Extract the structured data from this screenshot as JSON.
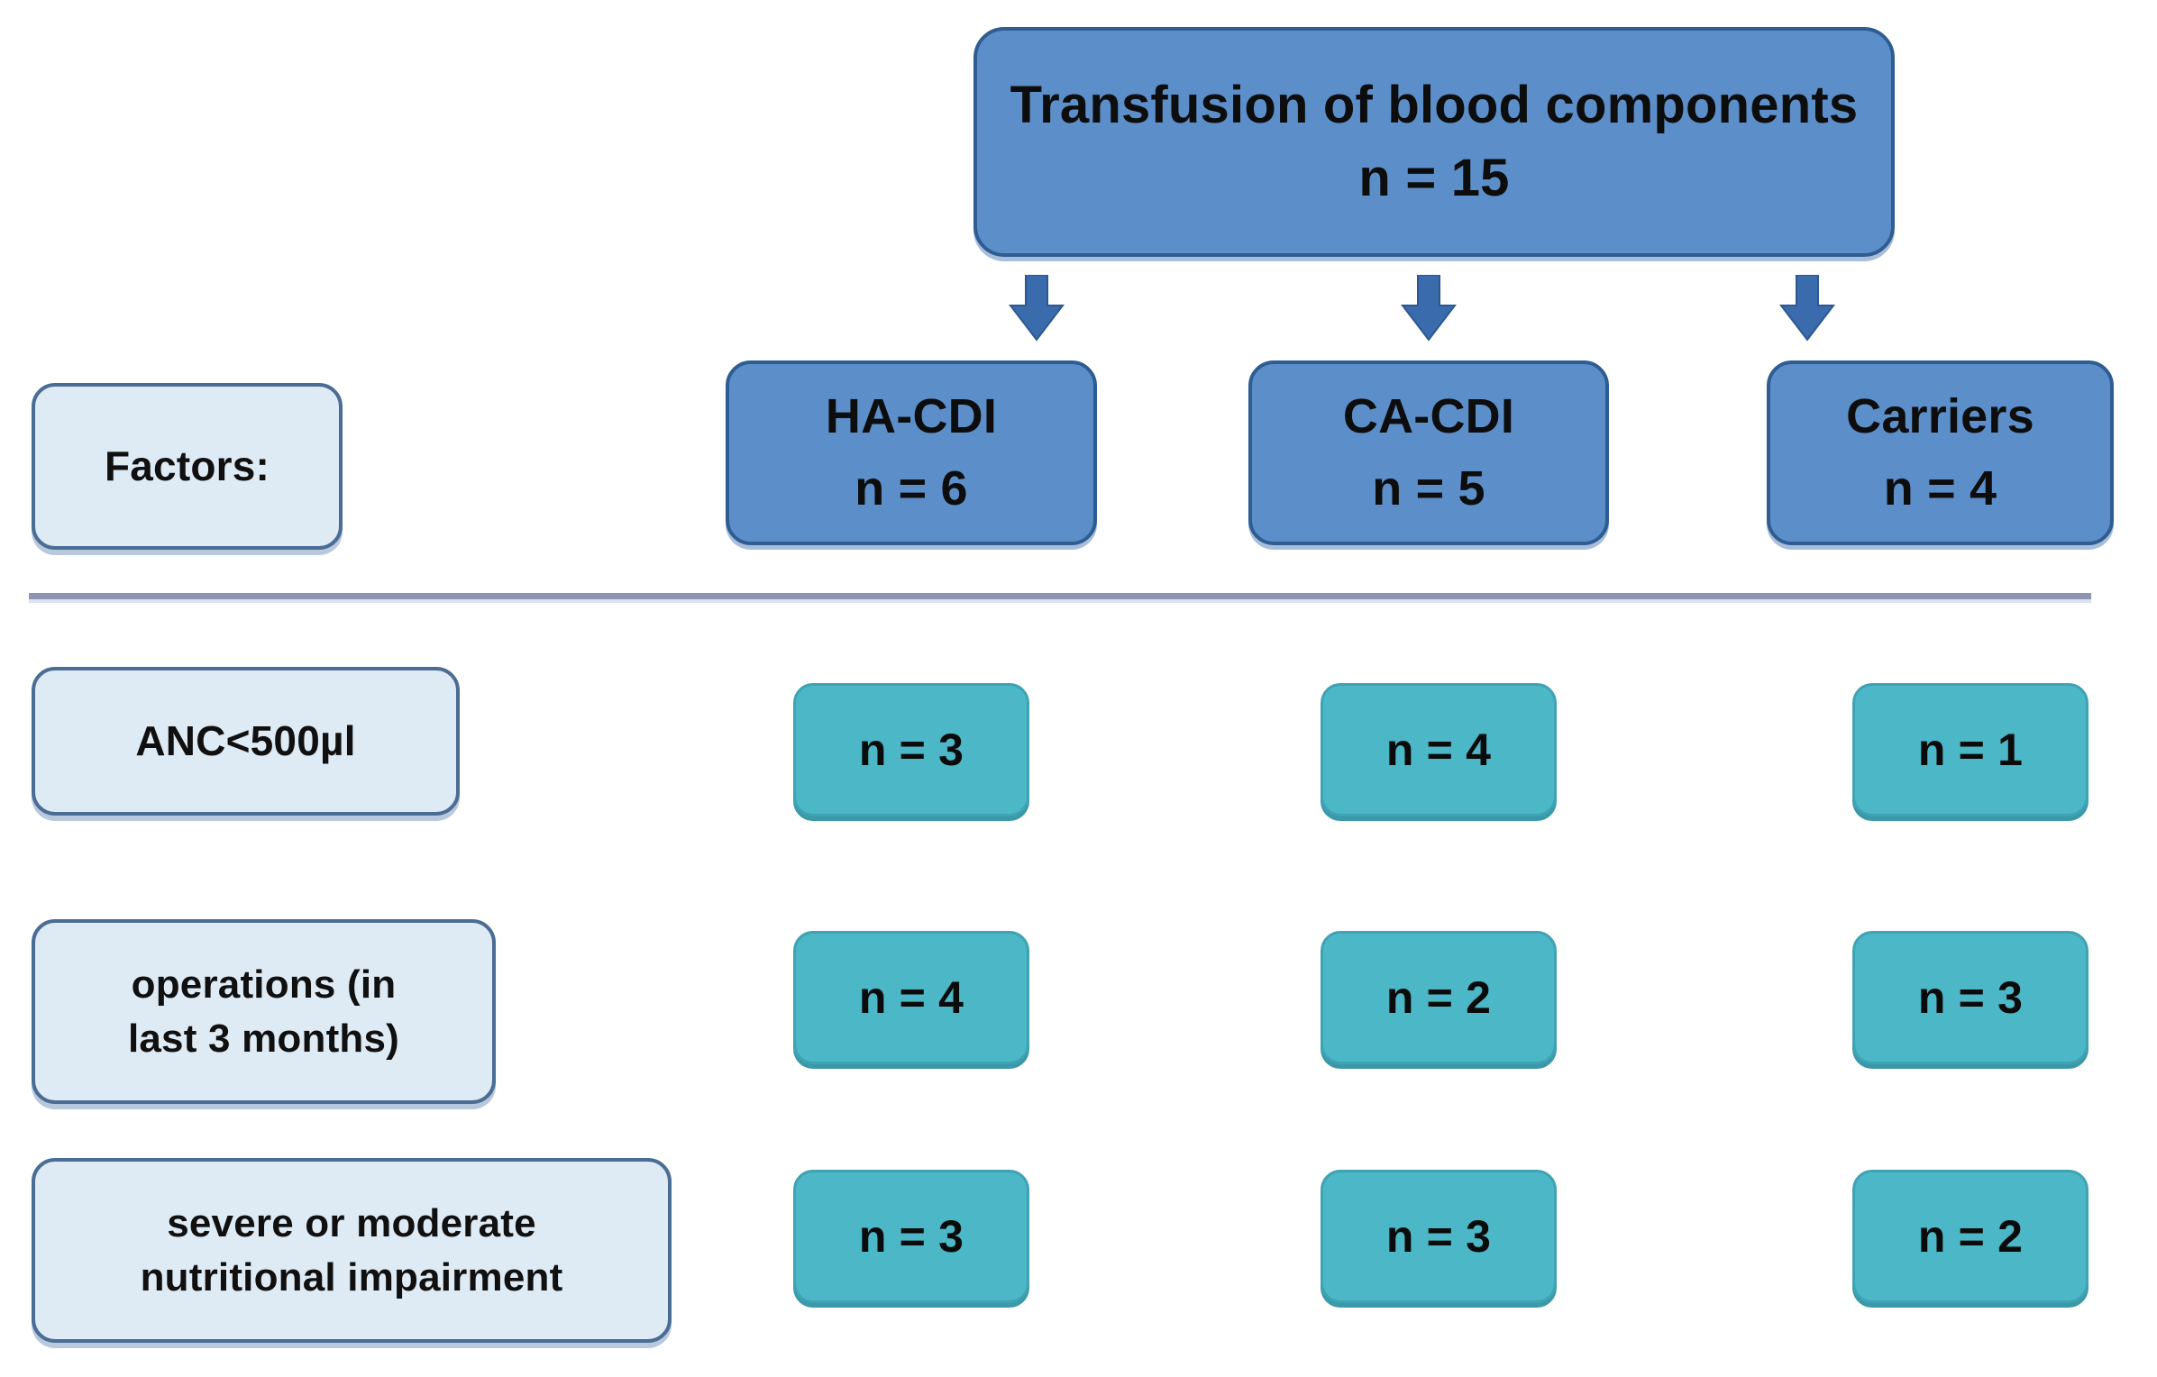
{
  "diagram": {
    "title": "Transfusion of blood components",
    "root": {
      "label": "Transfusion of blood components",
      "count": "n = 15"
    },
    "arrows": [
      {
        "icon": "arrow-down-icon",
        "target": "HA-CDI"
      },
      {
        "icon": "arrow-down-icon",
        "target": "CA-CDI"
      },
      {
        "icon": "arrow-down-icon",
        "target": "Carriers"
      }
    ],
    "groups": [
      {
        "label": "HA-CDI",
        "count": "n = 6"
      },
      {
        "label": "CA-CDI",
        "count": "n = 5"
      },
      {
        "label": "Carriers",
        "count": "n = 4"
      }
    ],
    "factors_header": "Factors:",
    "factors": [
      {
        "label": "ANC<500µl",
        "label_line1": "ANC<500µl",
        "label_line2": "",
        "counts": [
          "n = 3",
          "n = 4",
          "n = 1"
        ]
      },
      {
        "label": "operations (in last 3 months)",
        "label_line1": "operations (in",
        "label_line2": "last 3 months)",
        "counts": [
          "n = 4",
          "n = 2",
          "n = 3"
        ]
      },
      {
        "label": "severe or moderate nutritional impairment",
        "label_line1": "severe or moderate",
        "label_line2": "nutritional impairment",
        "counts": [
          "n = 3",
          "n = 3",
          "n = 2"
        ]
      }
    ]
  },
  "chart_data": {
    "type": "table",
    "title": "Transfusion of blood components (n = 15)",
    "columns": [
      "Factors:",
      "HA-CDI n = 6",
      "CA-CDI n = 5",
      "Carriers n = 4"
    ],
    "rows": [
      {
        "factor": "ANC<500µl",
        "values": [
          3,
          4,
          1
        ]
      },
      {
        "factor": "operations (in last 3 months)",
        "values": [
          4,
          2,
          3
        ]
      },
      {
        "factor": "severe or moderate nutritional impairment",
        "values": [
          3,
          3,
          2
        ]
      }
    ],
    "total": 15,
    "group_totals": [
      6,
      5,
      4
    ]
  },
  "colors": {
    "blue_fill": "#5c8fc9",
    "blue_border": "#2f5d92",
    "light_fill": "#deeaf4",
    "light_border": "#4b6c94",
    "teal_fill": "#4bb7c7",
    "teal_border": "#3ea3b3",
    "divider": "#8c93b4",
    "background": "#ffffff"
  }
}
